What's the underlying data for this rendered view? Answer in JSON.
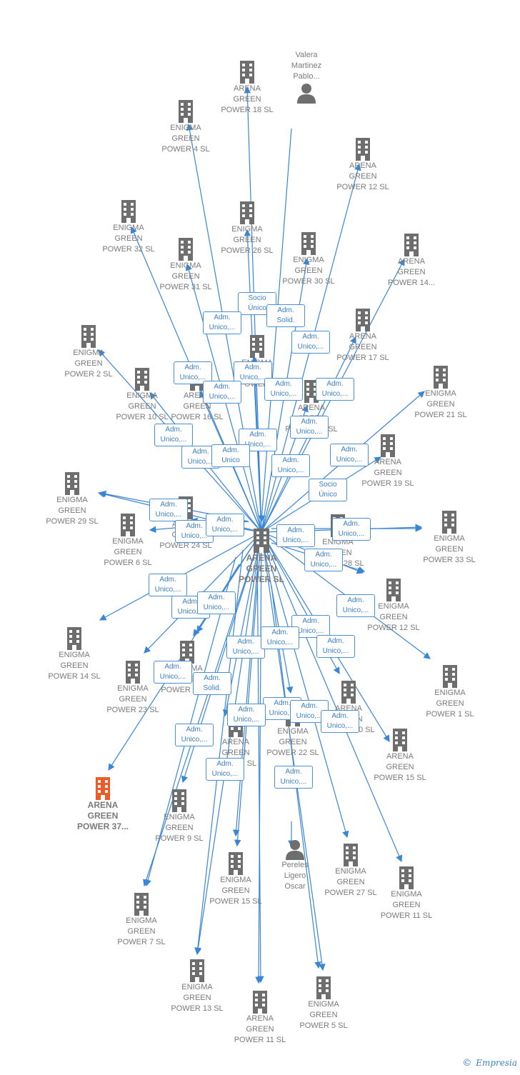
{
  "colors": {
    "edge": "#3a86d6",
    "node_icon": "#6e6e6e",
    "highlight_icon": "#f05a28",
    "label": "#7a7a7a",
    "edge_label": "#3a7fc8"
  },
  "center": {
    "label": "ARENA\nGREEN\nPOWER  SL"
  },
  "nodes": [
    {
      "label": "ARENA\nGREEN\nPOWER 18  SL",
      "icon": "building-icon"
    },
    {
      "label": "Valera\nMartinez\nPablo...",
      "icon": "person-icon"
    },
    {
      "label": "ENIGMA\nGREEN\nPOWER 4  SL",
      "icon": "building-icon"
    },
    {
      "label": "ARENA\nGREEN\nPOWER 12  SL",
      "icon": "building-icon"
    },
    {
      "label": "ENIGMA\nGREEN\nPOWER 32  SL",
      "icon": "building-icon"
    },
    {
      "label": "ENIGMA\nGREEN\nPOWER 26  SL",
      "icon": "building-icon"
    },
    {
      "label": "ENIGMA\nGREEN\nPOWER 31  SL",
      "icon": "building-icon"
    },
    {
      "label": "ENIGMA\nGREEN\nPOWER 30  SL",
      "icon": "building-icon"
    },
    {
      "label": "ARENA\nGREEN\nPOWER 14...",
      "icon": "building-icon"
    },
    {
      "label": "ENIGMA\nGREEN\nPOWER 2  SL",
      "icon": "building-icon"
    },
    {
      "label": "ARENA\nGREEN\nPOWER 17  SL",
      "icon": "building-icon"
    },
    {
      "label": "ENIGMA\nGREEN\nPOWER 10  SL",
      "icon": "building-icon"
    },
    {
      "label": "ARENA\nGREEN\nPOWER 16  SL",
      "icon": "building-icon"
    },
    {
      "label": "ENIGMA\nGREEN\nPOWER 8",
      "icon": "building-icon"
    },
    {
      "label": "ENIGMA\nGREEN\nPOWER 21  SL",
      "icon": "building-icon"
    },
    {
      "label": "ARENA\nGREEN\nPOWER 15  SL",
      "icon": "building-icon"
    },
    {
      "label": "ARENA\nGREEN\nPOWER 19  SL",
      "icon": "building-icon"
    },
    {
      "label": "ENIGMA\nGREEN\nPOWER 29  SL",
      "icon": "building-icon"
    },
    {
      "label": "ARENA\nGREEN\nPOWER 24  SL",
      "icon": "building-icon"
    },
    {
      "label": "ENIGMA\nGREEN\nPOWER 6  SL",
      "icon": "building-icon"
    },
    {
      "label": "ENIGMA\nGREEN\nPOWER 28  SL",
      "icon": "building-icon"
    },
    {
      "label": "ENIGMA\nGREEN\nPOWER 33  SL",
      "icon": "building-icon"
    },
    {
      "label": "ENIGMA\nGREEN\nPOWER 12  SL",
      "icon": "building-icon"
    },
    {
      "label": "ENIGMA\nGREEN\nPOWER 14  SL",
      "icon": "building-icon"
    },
    {
      "label": "ENIGMA\nGREEN\nPOWER 1  SL",
      "icon": "building-icon"
    },
    {
      "label": "ENIGMA\nGREEN\nPOWER 23  SL",
      "icon": "building-icon"
    },
    {
      "label": "ENIGMA\nGREEN\nPOWER 19  SL",
      "icon": "building-icon"
    },
    {
      "label": "ENIGMA\nGREEN\nPOWER 22  SL",
      "icon": "building-icon"
    },
    {
      "label": "ARENA\nGREEN\nPOWER 20  SL",
      "icon": "building-icon"
    },
    {
      "label": "ARENA\nGREEN\nPOWER 15  SL",
      "icon": "building-icon"
    },
    {
      "label": "ARENA\nGREEN\nPOWER  SL",
      "icon": "building-icon"
    },
    {
      "label": "ARENA\nGREEN\nPOWER 37...",
      "icon": "building-icon",
      "highlight": true
    },
    {
      "label": "ENIGMA\nGREEN\nPOWER 9  SL",
      "icon": "building-icon"
    },
    {
      "label": "ENIGMA\nGREEN\nPOWER 15  SL",
      "icon": "building-icon"
    },
    {
      "label": "Pereles\nLigero\nOscar",
      "icon": "person-icon"
    },
    {
      "label": "ENIGMA\nGREEN\nPOWER 27  SL",
      "icon": "building-icon"
    },
    {
      "label": "ENIGMA\nGREEN\nPOWER 11  SL",
      "icon": "building-icon"
    },
    {
      "label": "ENIGMA\nGREEN\nPOWER 7  SL",
      "icon": "building-icon"
    },
    {
      "label": "ENIGMA\nGREEN\nPOWER 13  SL",
      "icon": "building-icon"
    },
    {
      "label": "ARENA\nGREEN\nPOWER 11  SL",
      "icon": "building-icon"
    },
    {
      "label": "ENIGMA\nGREEN\nPOWER 5  SL",
      "icon": "building-icon"
    }
  ],
  "edge_labels": [
    "Socio\nÚnico",
    "Adm.\nSolid.",
    "Adm.\nUnico,...",
    "Adm.\nUnico,...",
    "Adm.\nUnico,...",
    "Adm.\nUnico,...",
    "Adm.\nUnico,...",
    "Adm.\nUnico,...",
    "Adm.\nUnico,...",
    "Adm.\nUnico,...",
    "Adm.\nUnico,...",
    "Adm.\nUnico,...",
    "Adm.\nUnico,...",
    "Adm.\nUnico",
    "Adm.\nUnico,...",
    "Socio\nÚnico",
    "Adm.\nUnico,...",
    "Adm.\nUnico,...",
    "Adm.\nUnico,...",
    "Adm.\nUnico,...",
    "Adm.\nUnico,...",
    "Adm.\nUnico,...",
    "Adm.\nUnico,...",
    "Adm.\nUnico,...",
    "Adm.\nUnico,...",
    "Adm.\nUnico,...",
    "Adm.\nUnico,...",
    "Adm.\nUnico,...",
    "Adm.\nUnico,...",
    "Adm.\nUnico,...",
    "Adm.\nUnico,...",
    "Adm.\nUnico,...",
    "Adm.\nSolid.",
    "Adm.\nUnico,...",
    "Adm.\nUnico,...",
    "Adm.\nUnico,...",
    "Adm.\nUnico,...",
    "Adm.\nUnico,...",
    "Adm.\nUnico,...",
    "Adm.\nUnico,..."
  ],
  "footer": {
    "copyright_symbol": "©",
    "brand": "Empresia"
  }
}
